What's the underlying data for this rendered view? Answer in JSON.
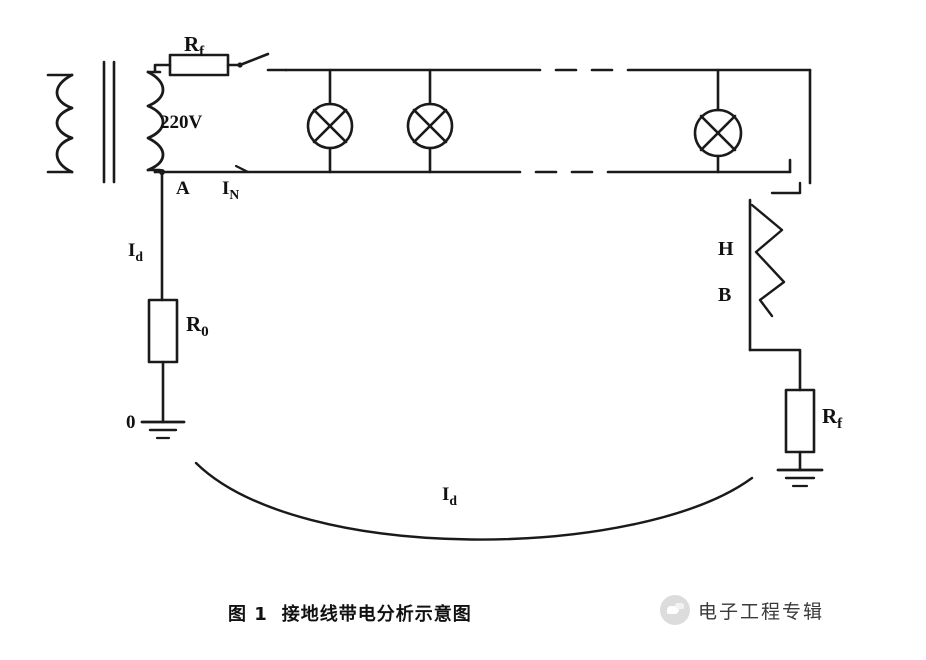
{
  "figure": {
    "title_number": "图 1",
    "title_text": "接地线带电分析示意图",
    "watermark_text": "电子工程专辑"
  },
  "labels": {
    "fuse": "R",
    "fuse_sub": "f",
    "voltage": "220V",
    "node_a": "A",
    "current_neutral": "I",
    "current_neutral_sub": "N",
    "current_ground_left": "I",
    "current_ground_left_sub": "d",
    "resistor_r0": "R",
    "resistor_r0_sub": "0",
    "ground_zero": "0",
    "node_h": "H",
    "node_b": "B",
    "resistor_rf": "R",
    "resistor_rf_sub": "f",
    "current_bottom": "I",
    "current_bottom_sub": "d"
  },
  "components": [
    {
      "name": "transformer-winding",
      "type": "coil"
    },
    {
      "name": "fuse-Rf",
      "type": "resistor-box"
    },
    {
      "name": "switch",
      "type": "knife-switch"
    },
    {
      "name": "lamp-1",
      "type": "lamp-cross-circle"
    },
    {
      "name": "lamp-2",
      "type": "lamp-cross-circle"
    },
    {
      "name": "lamp-3",
      "type": "lamp-cross-circle"
    },
    {
      "name": "resistor-R0",
      "type": "resistor-box"
    },
    {
      "name": "resistor-Rf-right",
      "type": "resistor-box"
    },
    {
      "name": "ground-symbol-left",
      "type": "earth"
    },
    {
      "name": "ground-symbol-right",
      "type": "earth"
    },
    {
      "name": "arrester-H-B",
      "type": "zigzag"
    },
    {
      "name": "earth-current-arc",
      "type": "arc"
    }
  ],
  "colors": {
    "line": "#1a1a1a",
    "background": "#ffffff",
    "caption": "#111111"
  }
}
